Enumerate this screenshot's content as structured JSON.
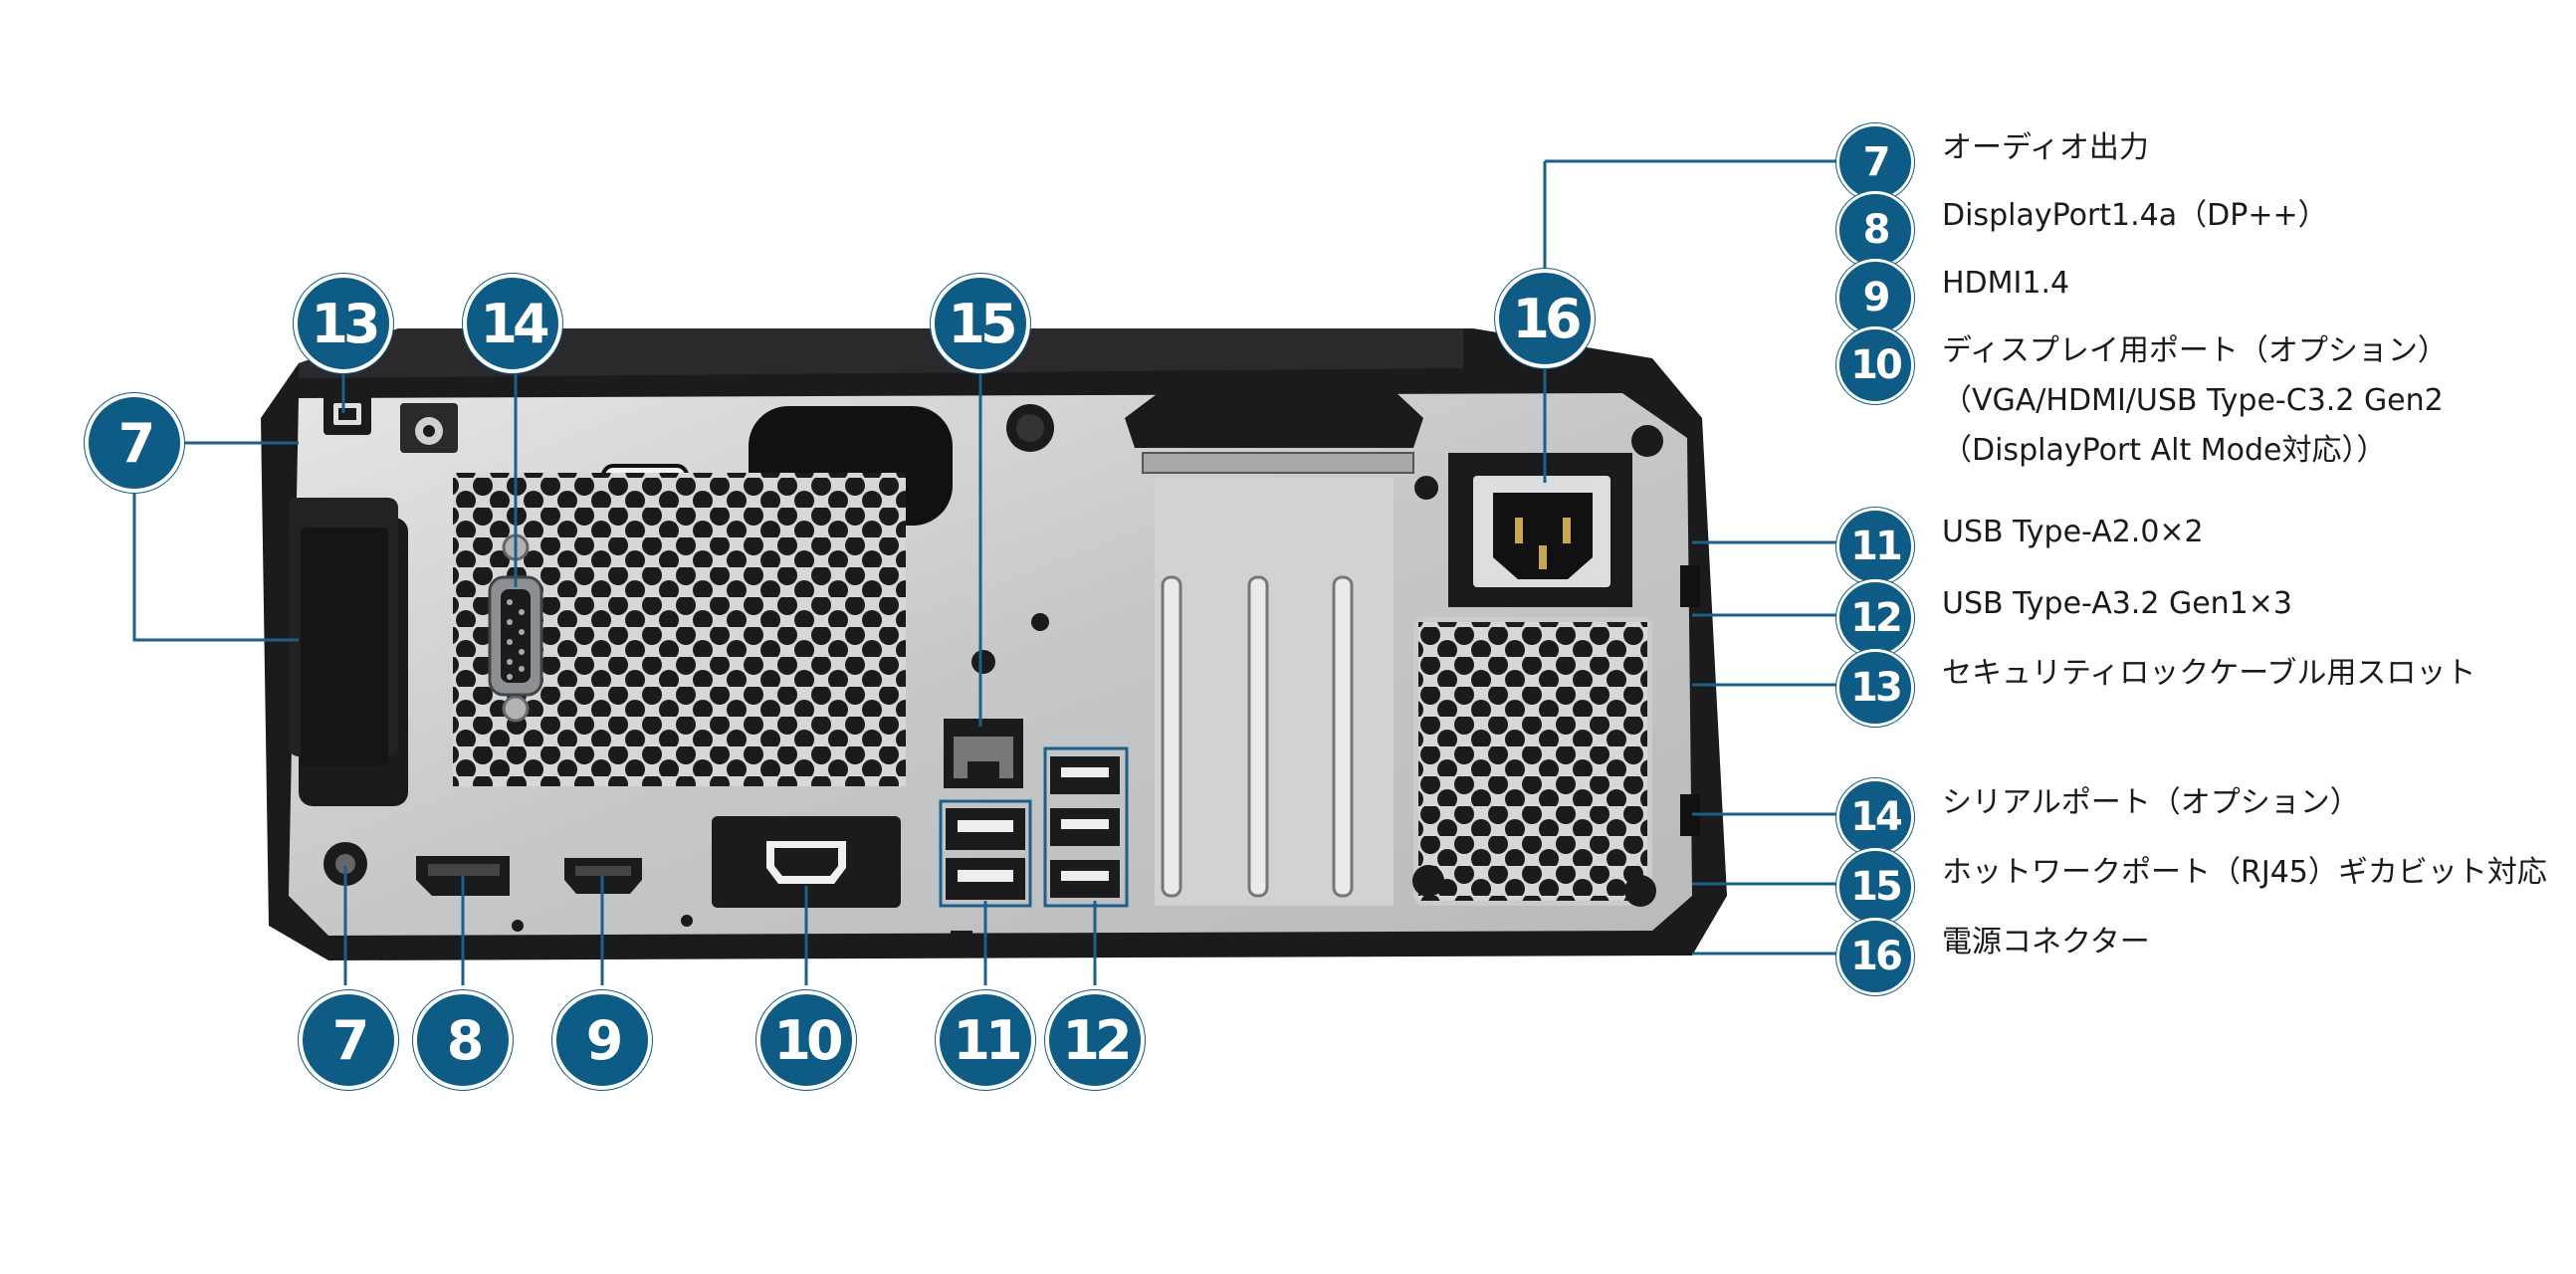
{
  "legend": [
    {
      "number": "7",
      "label": "オーディオ出力"
    },
    {
      "number": "8",
      "label": "DisplayPort1.4a（DP++）"
    },
    {
      "number": "9",
      "label": "HDMI1.4"
    },
    {
      "number": "10",
      "label": "ディスプレイ用ポート（オプション）",
      "line2": "（VGA/HDMI/USB Type-C3.2 Gen2",
      "line3": "（DisplayPort Alt Mode対応））"
    },
    {
      "number": "11",
      "label": "USB Type-A2.0×2"
    },
    {
      "number": "12",
      "label": "USB Type-A3.2 Gen1×3"
    },
    {
      "number": "13",
      "label": "セキュリティロックケーブル用スロット"
    },
    {
      "number": "14",
      "label": "シリアルポート（オプション）"
    },
    {
      "number": "15",
      "label": "ホットワークポート（RJ45）ギカビット対応"
    },
    {
      "number": "16",
      "label": "電源コネクター"
    }
  ],
  "callouts": {
    "n13": "13",
    "n14": "14",
    "n15": "15",
    "n16": "16",
    "n7_side": "7",
    "n7": "7",
    "n8": "8",
    "n9": "9",
    "n10": "10",
    "n11": "11",
    "n12": "12"
  },
  "colors": {
    "badge": "#0e5b86",
    "leader": "#1c5f87",
    "chassis": "#1b1b1d",
    "panel": "#c9cbcd"
  },
  "icons": [
    "lock-slot-icon",
    "audio-jack-icon",
    "displayport-icon",
    "hdmi-icon",
    "usb-icon",
    "ethernet-icon",
    "serial-port-icon",
    "power-connector-icon"
  ]
}
